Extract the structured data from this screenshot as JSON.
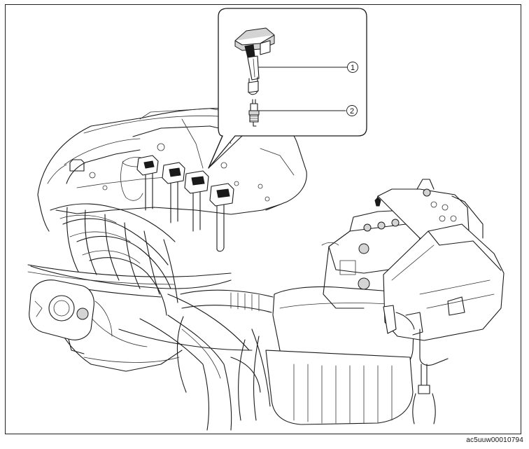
{
  "callouts": [
    {
      "number": "1",
      "part": "ignition-coil"
    },
    {
      "number": "2",
      "part": "spark-plug"
    }
  ],
  "figure_code": "ac5uuw00010794",
  "colors": {
    "line": "#1a1a1a",
    "fill": "#ffffff",
    "shade": "#d4d4d4"
  }
}
